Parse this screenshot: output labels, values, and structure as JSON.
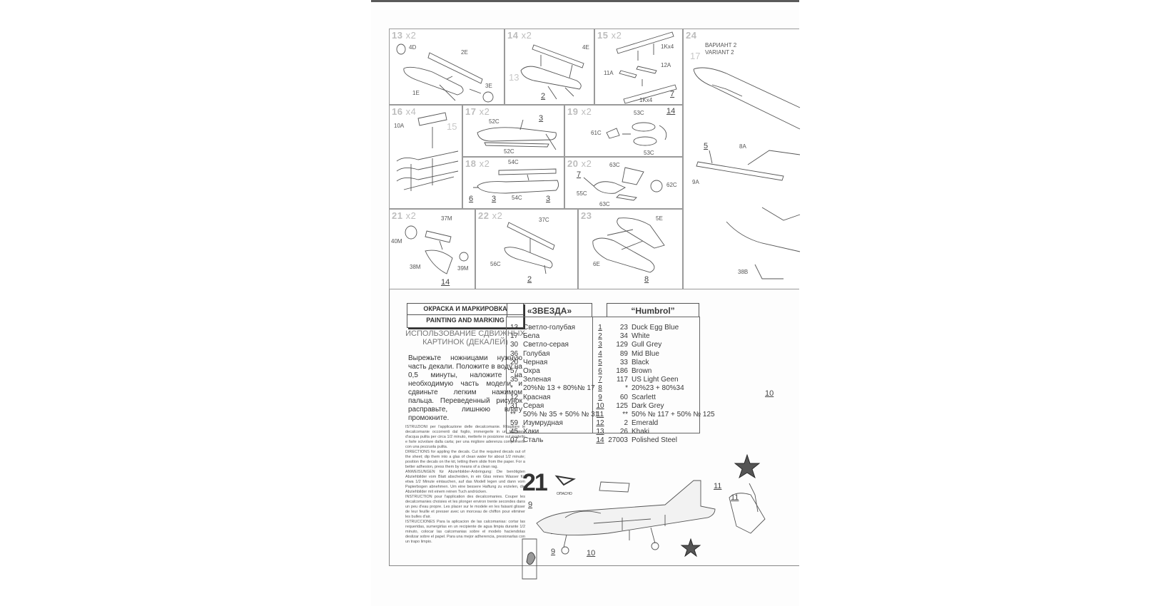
{
  "panels": {
    "p13": {
      "num": "13",
      "qty": "x2",
      "labels": [
        "4D",
        "2E",
        "1E",
        "3E"
      ]
    },
    "p14": {
      "num": "14",
      "qty": "x2",
      "labels": [
        "4E"
      ],
      "big": "13",
      "mark": "2"
    },
    "p15": {
      "num": "15",
      "qty": "x2",
      "labels": [
        "1Kx4",
        "11A",
        "12A",
        "1Kx4"
      ],
      "mark": "7"
    },
    "p24": {
      "num": "24",
      "variant_ru": "ВАРИАНТ 2",
      "variant_en": "VARIANT 2",
      "big": "17",
      "labels": [
        "8A",
        "9A",
        "38B"
      ],
      "mark": "5"
    },
    "p16": {
      "num": "16",
      "qty": "x4",
      "labels": [
        "10A"
      ],
      "big": "15"
    },
    "p17": {
      "num": "17",
      "qty": "x2",
      "labels": [
        "52C",
        "52C"
      ],
      "mark": "3"
    },
    "p19": {
      "num": "19",
      "qty": "x2",
      "labels": [
        "53C",
        "61C",
        "53C"
      ],
      "mark": "14"
    },
    "p18": {
      "num": "18",
      "qty": "x2",
      "labels": [
        "54C",
        "54C"
      ],
      "marks": [
        "6",
        "3",
        "3"
      ]
    },
    "p20": {
      "num": "20",
      "qty": "x2",
      "labels": [
        "63C",
        "55C",
        "63C",
        "62C"
      ],
      "mark": "7"
    },
    "p21": {
      "num": "21",
      "qty": "x2",
      "labels": [
        "37M",
        "40M",
        "38M",
        "39M"
      ],
      "mark": "14"
    },
    "p22": {
      "num": "22",
      "qty": "x2",
      "labels": [
        "37C",
        "56C"
      ],
      "mark": "2"
    },
    "p23": {
      "num": "23",
      "labels": [
        "5E",
        "6E"
      ],
      "mark": "8"
    }
  },
  "painting": {
    "title_ru": "ОКРАСКА И МАРКИРОВКА",
    "title_en": "PAINTING AND MARKING",
    "zvezda_head": "«ЗВЕЗДА»",
    "humbrol_head": "“Humbrol”",
    "zvezda": [
      {
        "n": "13",
        "name": "Светло-голубая"
      },
      {
        "n": "17",
        "name": "Бела"
      },
      {
        "n": "30",
        "name": "Светло-серая"
      },
      {
        "n": "36",
        "name": "Голубая"
      },
      {
        "n": "20",
        "name": "Черная"
      },
      {
        "n": "57",
        "name": "Охра"
      },
      {
        "n": "35",
        "name": "Зеленая"
      },
      {
        "n": "*",
        "name": "20%№ 13 + 80%№ 17"
      },
      {
        "n": "12",
        "name": "Красная"
      },
      {
        "n": "31",
        "name": "Серая"
      },
      {
        "n": "**",
        "name": "50% № 35 + 50% № 31"
      },
      {
        "n": "59",
        "name": "Изумрудная"
      },
      {
        "n": "45",
        "name": "Хаки"
      },
      {
        "n": "07",
        "name": "Сталь"
      }
    ],
    "index": [
      "1",
      "2",
      "3",
      "4",
      "5",
      "6",
      "7",
      "8",
      "9",
      "10",
      "11",
      "12",
      "13",
      "14"
    ],
    "humbrol": [
      {
        "c": "23",
        "name": "Duck Egg Blue"
      },
      {
        "c": "34",
        "name": "White"
      },
      {
        "c": "129",
        "name": "Gull Grey"
      },
      {
        "c": "89",
        "name": "Mid Blue"
      },
      {
        "c": "33",
        "name": "Black"
      },
      {
        "c": "186",
        "name": "Brown"
      },
      {
        "c": "117",
        "name": "US Light Geen"
      },
      {
        "c": "*",
        "name": "20%23 + 80%34"
      },
      {
        "c": "60",
        "name": "Scarlett"
      },
      {
        "c": "125",
        "name": "Dark Grey"
      },
      {
        "c": "**",
        "name": "50% № 117 + 50% № 125"
      },
      {
        "c": "2",
        "name": "Emerald"
      },
      {
        "c": "26",
        "name": "Khaki"
      },
      {
        "c": "27003",
        "name": "Polished Steel"
      }
    ]
  },
  "decals": {
    "heading_ru": "ИСПОЛЬЗОВАНИЕ СДВИЖНЫХ КАРТИНОК (ДЕКАЛЕЙ)",
    "body_ru": "Вырежьте ножницами нужную часть декали. Положите в воду на 0,5 минуты, наложите на необходимую часть модели и сдвиньте легким нажимом пальца. Переведенный рисунок расправьте, лишнюю влагу промокните.",
    "it": "ISTRUZIONI per l'applicazione delle decalcomanie. Ritagliare le decalcomanie occorrenti dal foglio, immergerle in un bicchiere d'acqua pulita per circa 1/2 minuto, metterle in posizione sul modello e farle scivolare dalla carta; per una migliore aderenza comprimerle con una pezzuola pulita.",
    "en": "DIRECTIONS for appling the decals. Cut the required decals out of the sheet; dip them into a glas of clean water for about 1/2 minute; position the decals on the kit, letting them slide from the paper. For a better adhesion, press them by means of a clean rag.",
    "de": "ANWEISUNGEN für Abziehbilder-Anbringung: Die benötigten Abziehbilder vom Blatt abscheiden, in ein Glas reines Wasser für etwa 1/2 Minute eintauchen, auf das Modell legen und dann vom Papierbogen abnehmen. Um eine bessere Haftung zu erzielen, die Abziehbilder mit einem reinen Tuch andrücken.",
    "fr": "INSTRUCTION pour l'application des decalcomanies. Couper les decalcomanies choisies et les plonger environ trente secondes dans un peu d'eau propre. Les placer sur le modele en les faisant glisser de leur feuille et presser avec un morceau de chiffon pour eliminer les bulles d'air.",
    "es": "ISTRUCCIONES Para la aplicacion de las calcomanias: cortar las requeridas, sumergirlas en un recipiente de agua limpia durante 1/2 minuto, colocar las calcomanias sobre el modelo haciendolas deslizar sobre el papel. Para una mejor adherencia, presionarlas con un trapo limpio."
  },
  "aircraft": {
    "tail_number": "21",
    "danger": "ОПАСНО",
    "callouts": [
      "9",
      "9",
      "9",
      "10",
      "11",
      "11",
      "10"
    ]
  }
}
